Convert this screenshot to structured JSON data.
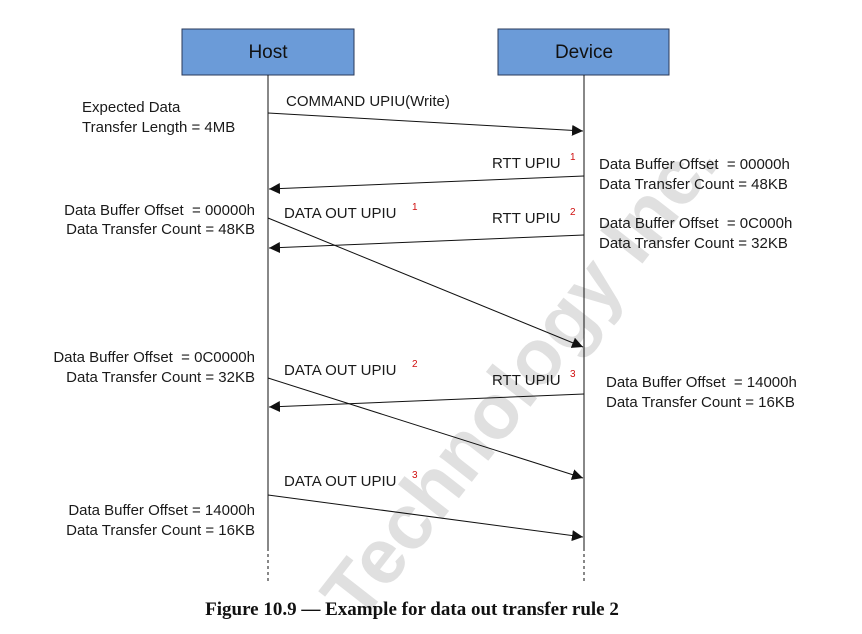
{
  "participants": {
    "host": "Host",
    "device": "Device"
  },
  "messages": {
    "command": "COMMAND UPIU(Write)",
    "rtt": "RTT UPIU",
    "data_out": "DATA OUT UPIU",
    "sup1": "1",
    "sup2": "2",
    "sup3": "3"
  },
  "notes": {
    "expected_line1": "Expected Data",
    "expected_line2": "Transfer Length = 4MB",
    "dev_rtt1_offset": "Data Buffer Offset  = 00000h",
    "dev_rtt1_count": "Data Transfer Count = 48KB",
    "dev_rtt2_offset": "Data Buffer Offset  = 0C000h",
    "dev_rtt2_count": "Data Transfer Count = 32KB",
    "dev_rtt3_offset": "Data Buffer Offset  = 14000h",
    "dev_rtt3_count": "Data Transfer Count = 16KB",
    "host_do1_offset": "Data Buffer Offset  = 00000h",
    "host_do1_count": "Data Transfer Count = 48KB",
    "host_do2_offset": "Data Buffer Offset  = 0C0000h",
    "host_do2_count": "Data Transfer Count = 32KB",
    "host_do3_offset": "Data Buffer Offset = 14000h",
    "host_do3_count": "Data Transfer Count = 16KB"
  },
  "caption": "Figure 10.9 — Example for data out transfer rule 2",
  "watermark": "Technology Inc.",
  "colors": {
    "box_fill": "#6b9bd8",
    "box_stroke": "#2a3a5a",
    "line": "#111111",
    "superscript": "#d01010",
    "watermark": "#e0e0e0"
  }
}
